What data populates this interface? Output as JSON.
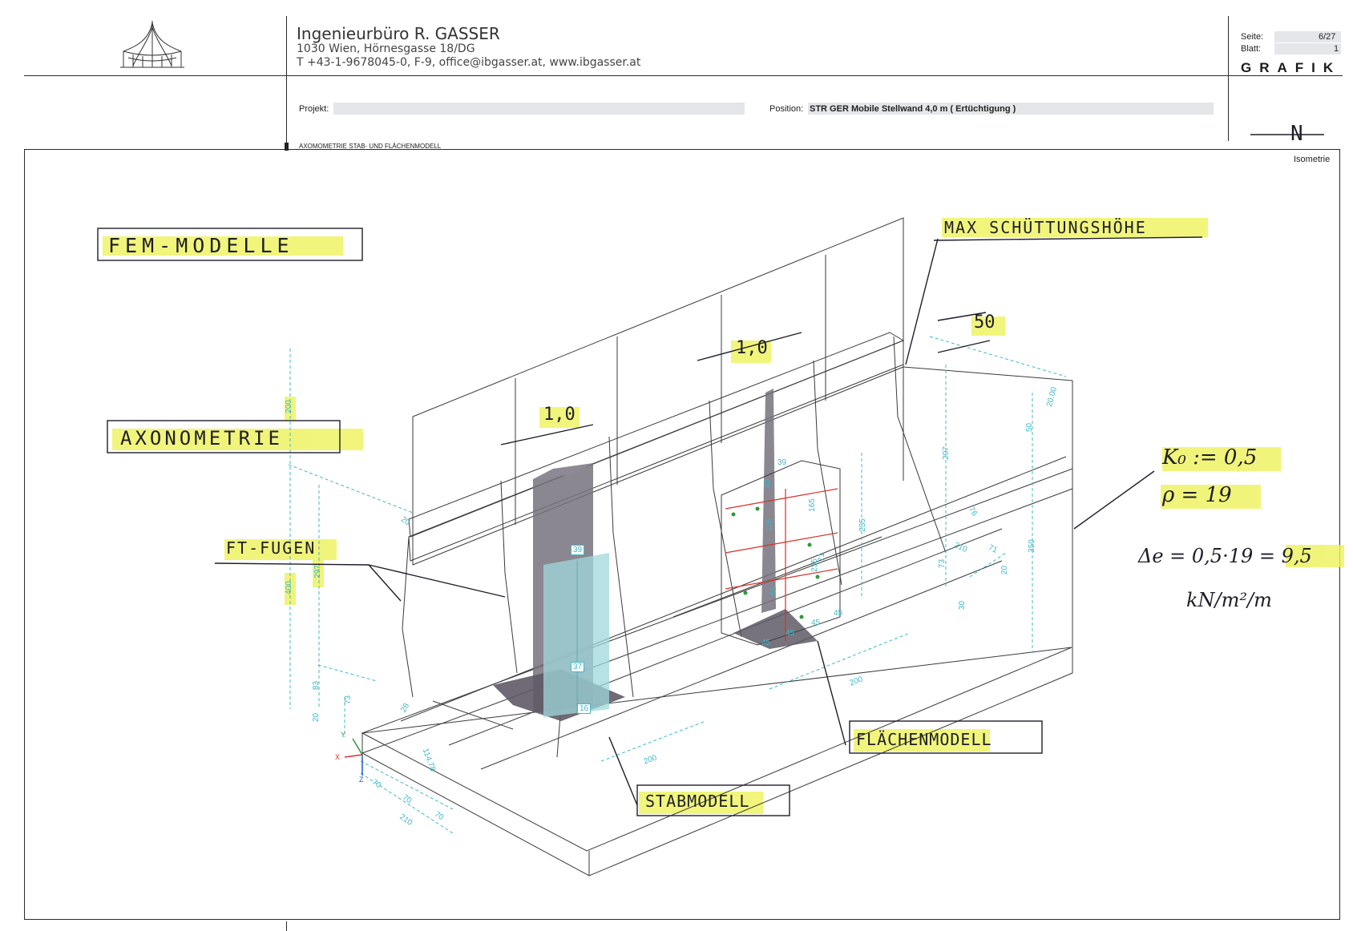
{
  "header": {
    "office_name": "Ingenieurbüro R. GASSER",
    "address": "1030 Wien, Hörnesgasse 18/DG",
    "contact": "T +43-1-9678045-0,  F-9,  office@ibgasser.at,  www.ibgasser.at",
    "seite_label": "Seite:",
    "seite_value": "6/27",
    "blatt_label": "Blatt:",
    "blatt_value": "1",
    "section_title": "GRAFIK",
    "projekt_label": "Projekt:",
    "position_label": "Position:",
    "position_value": "STR GER Mobile Stellwand 4,0 m ( Ertüchtigung )",
    "view_title": "AXOMOMETRIE STAB- UND FLÄCHENMODELL",
    "view_mode": "Isometrie"
  },
  "annotations": {
    "fem_modelle": "FEM-MODELLE",
    "axonometrie": "AXONOMETRIE",
    "ft_fugen": "FT-FUGEN",
    "stabmodell": "STABMODELL",
    "flaechenmodell": "FLÄCHENMODELL",
    "max_schuettungshoehe": "MAX SCHÜTTUNGSHÖHE",
    "corner_mark": "N",
    "ko": "K₀ := 0,5",
    "rho": "ρ = 19",
    "delta_e": "Δe = 0,5·19 = 9,5",
    "unit": "kN/m²/m",
    "spacing_1": "1,0",
    "spacing_2": "1,0",
    "spacing_3": "50"
  },
  "dimensions": {
    "d200_left": "200",
    "d400": "400",
    "d297_left": "297",
    "d83": "83",
    "d73_left": "73",
    "d20_left": "20",
    "d20_top": "20",
    "d28": "28",
    "d114": "114.78",
    "d70a": "70",
    "d70b": "70",
    "d70c": "70",
    "d210_left": "210",
    "d200_bottom": "200",
    "stab_39": "39",
    "stab_37": "37",
    "stab_16": "16",
    "fl_39": "39",
    "fl_40": "40",
    "fl_116": "116",
    "fl_165": "165",
    "fl_235a": "235",
    "fl_235b": "235",
    "fl_55": "55",
    "fl_45a": "45",
    "fl_45b": "45",
    "fl_45c": "45",
    "fl_45d": "45",
    "fl_71": "71",
    "r_297": "297",
    "r_350": "350",
    "r_50": "50",
    "r_2000": "20.00",
    "r_76": "76",
    "r_210": "210",
    "r_71": "71",
    "r_73": "73",
    "r_20": "20",
    "r_30": "30",
    "r_200": "200",
    "axis_x": "X",
    "axis_y": "Y",
    "axis_z": "Z"
  },
  "colors": {
    "dimension": "#3fb8c9",
    "highlight": "#eef25a",
    "stab_gray": "#77727d",
    "stab_light": "#9fd8dc",
    "construction": "#3a3a3a",
    "load_red": "#d9302a",
    "load_green": "#2e9a3a",
    "ink": "#1e1e2a"
  },
  "icons": {
    "logo": "tent-structure-logo"
  }
}
